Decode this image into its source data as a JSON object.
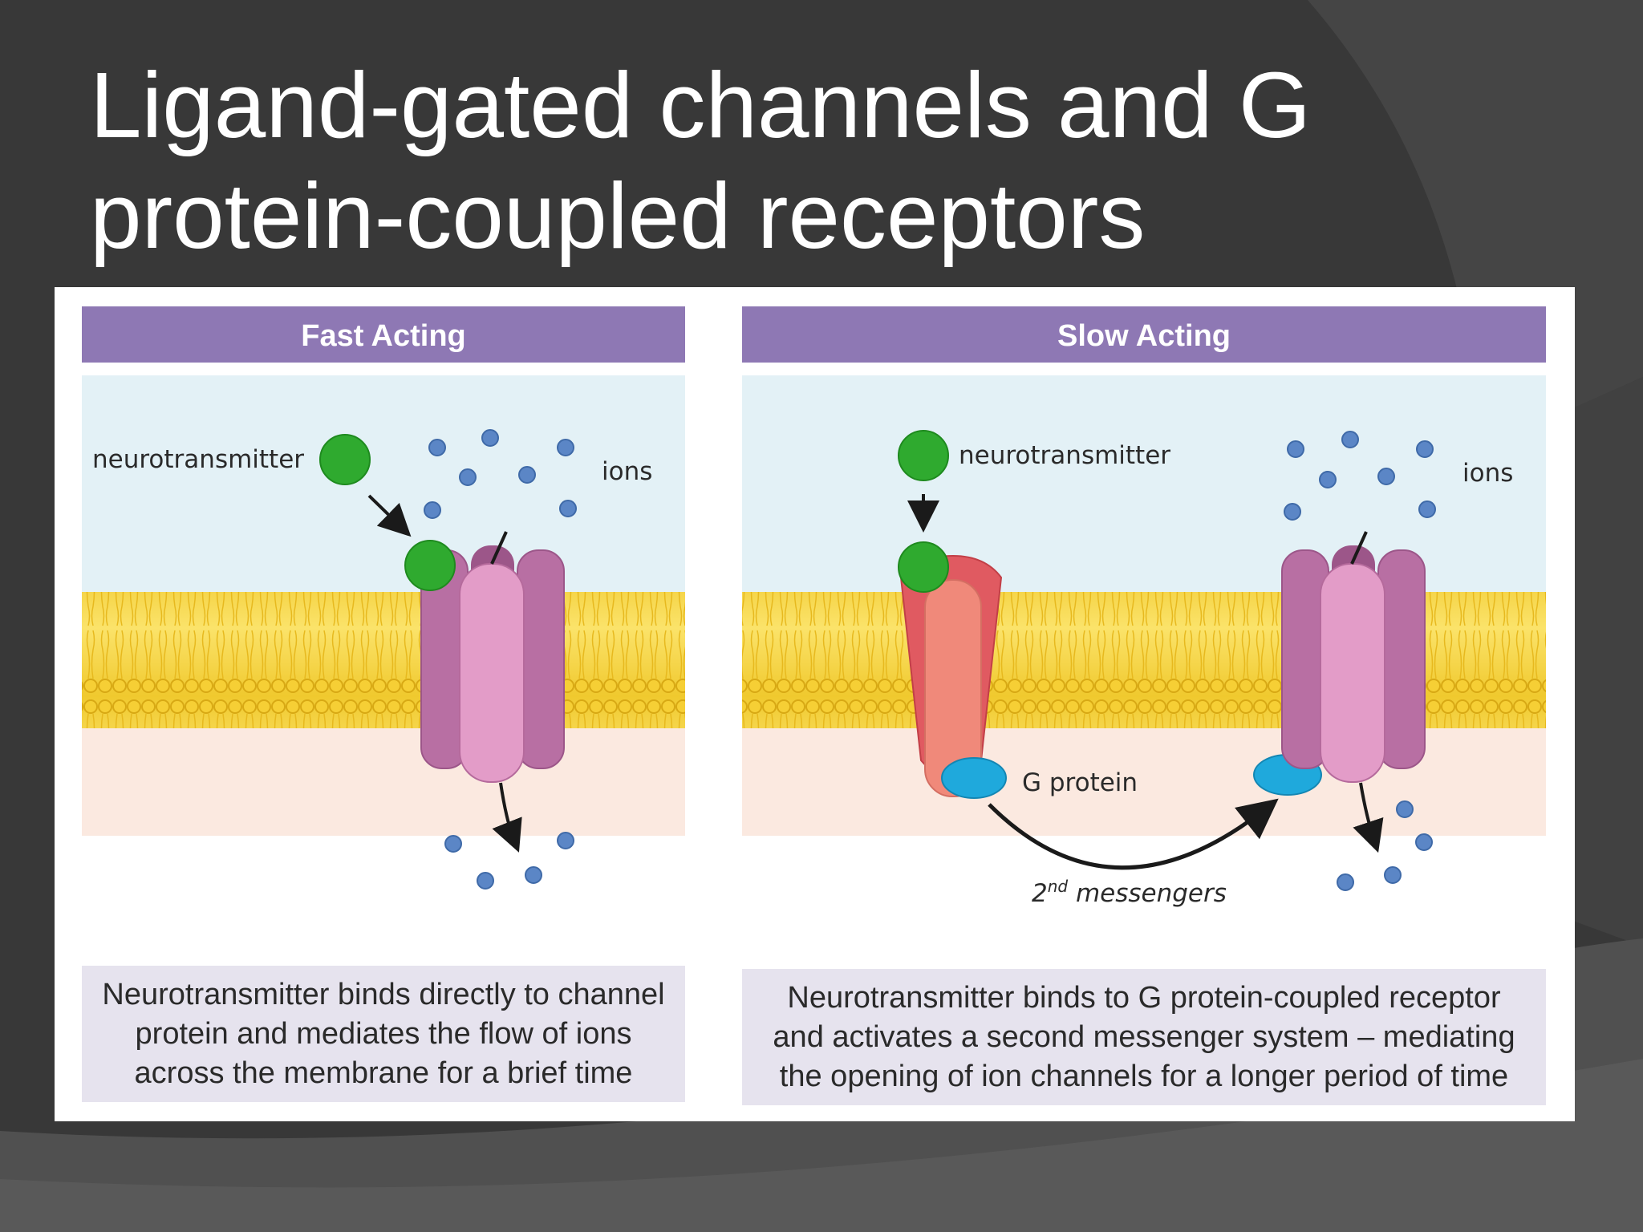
{
  "slide": {
    "title_lines": [
      "Ligand-gated channels and G",
      "protein-coupled receptors"
    ]
  },
  "figure": {
    "left": {
      "header": "Fast Acting",
      "labels": {
        "neurotransmitter": "neurotransmitter",
        "ions": "ions"
      },
      "caption_lines": [
        "Neurotransmitter binds directly to channel",
        "protein and mediates the flow of ions",
        "across the membrane for a brief time"
      ]
    },
    "right": {
      "header": "Slow Acting",
      "labels": {
        "neurotransmitter": "neurotransmitter",
        "ions": "ions",
        "g_protein": "G protein",
        "messengers_base": "2",
        "messengers_sup": "nd",
        "messengers_rest": " messengers"
      },
      "caption_lines": [
        "Neurotransmitter binds to G protein-coupled receptor",
        "and activates a second messenger system – mediating",
        "the opening of ion channels for a longer period of time"
      ]
    }
  },
  "colors": {
    "slide_bg": "#3a3a3a",
    "header_bar": "#8e78b4",
    "extracellular": "#e3f1f6",
    "intracellular": "#fbe9e0",
    "membrane": "#f5d13a",
    "channel": "#c27aad",
    "gpcr": "#e05a61",
    "neurotransmitter": "#2faa2f",
    "ion": "#5b86c6",
    "g_protein": "#1fa9dc",
    "caption_bg": "#e6e3ee"
  }
}
